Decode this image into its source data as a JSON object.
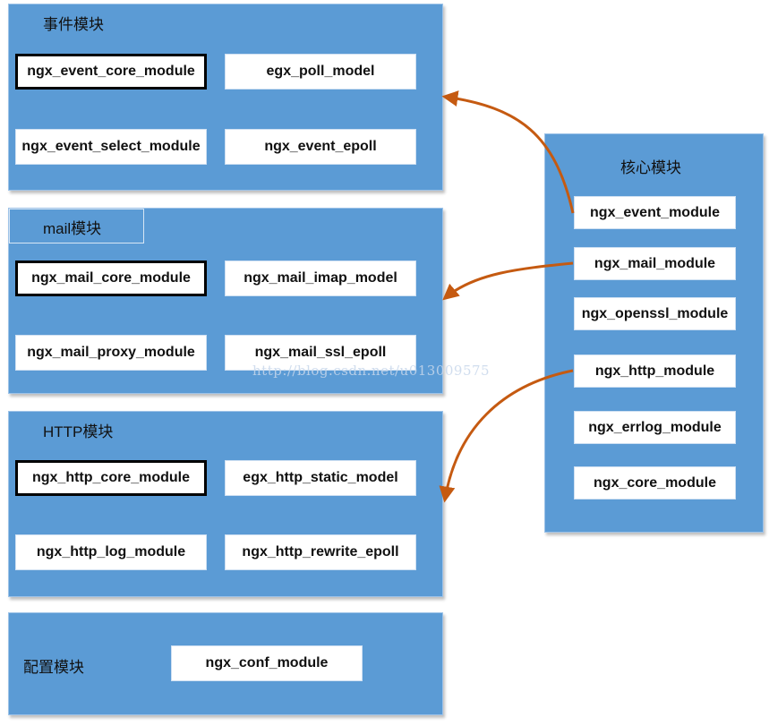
{
  "event_panel": {
    "title": "事件模块",
    "modules": [
      "ngx_event_core_module",
      "egx_poll_model",
      "ngx_event_select_module",
      "ngx_event_epoll"
    ]
  },
  "mail_panel": {
    "title": "mail模块",
    "modules": [
      "ngx_mail_core_module",
      "ngx_mail_imap_model",
      "ngx_mail_proxy_module",
      "ngx_mail_ssl_epoll"
    ]
  },
  "http_panel": {
    "title": "HTTP模块",
    "modules": [
      "ngx_http_core_module",
      "egx_http_static_model",
      "ngx_http_log_module",
      "ngx_http_rewrite_epoll"
    ]
  },
  "conf_panel": {
    "title": "配置模块",
    "modules": [
      "ngx_conf_module"
    ]
  },
  "core_panel": {
    "title": "核心模块",
    "modules": [
      "ngx_event_module",
      "ngx_mail_module",
      "ngx_openssl_module",
      "ngx_http_module",
      "ngx_errlog_module",
      "ngx_core_module"
    ]
  },
  "watermark": "http://blog.csdn.net/u013009575",
  "colors": {
    "panel_fill": "#5b9bd5",
    "module_fill": "#ffffff",
    "arrow": "#c55a11"
  }
}
